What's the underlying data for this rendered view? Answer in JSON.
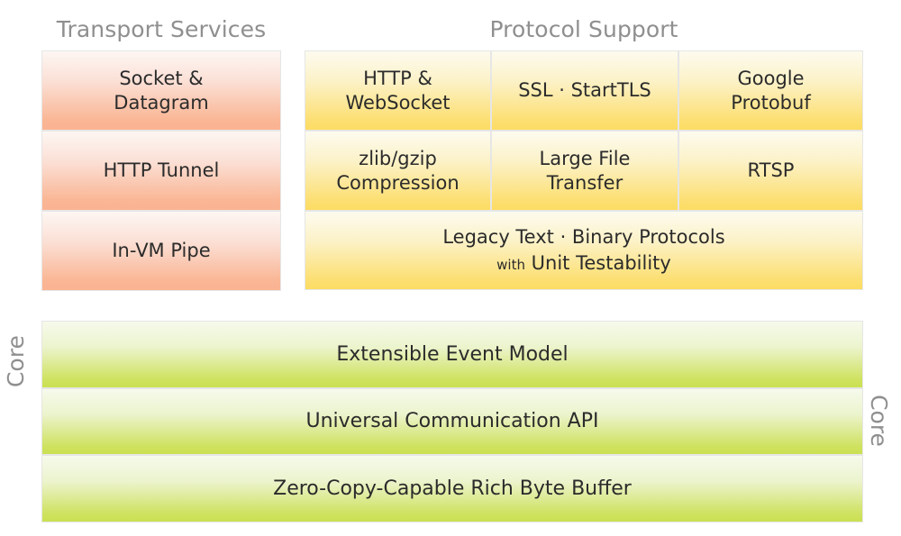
{
  "diagram": {
    "sections": {
      "transport": {
        "title": "Transport Services",
        "accent": "#fbb392",
        "items": [
          {
            "label": "Socket &\nDatagram",
            "line1": "Socket &",
            "line2": "Datagram"
          },
          {
            "label": "HTTP Tunnel",
            "line1": "HTTP Tunnel",
            "line2": ""
          },
          {
            "label": "In-VM Pipe",
            "line1": "In-VM Pipe",
            "line2": ""
          }
        ]
      },
      "protocol": {
        "title": "Protocol Support",
        "accent": "#fcdc62",
        "items": [
          {
            "line1": "HTTP &",
            "line2": "WebSocket"
          },
          {
            "line1": "SSL · StartTLS",
            "line2": ""
          },
          {
            "line1": "Google",
            "line2": "Protobuf"
          },
          {
            "line1": "zlib/gzip",
            "line2": "Compression"
          },
          {
            "line1": "Large File",
            "line2": "Transfer"
          },
          {
            "line1": "RTSP",
            "line2": ""
          }
        ],
        "wide_item": {
          "line1": "Legacy Text · Binary Protocols",
          "line2_small": "with",
          "line2_main": "Unit Testability"
        }
      },
      "core": {
        "side_label_left": "Core",
        "side_label_right": "Core",
        "accent": "#cbe052",
        "items": [
          {
            "label": "Extensible Event Model"
          },
          {
            "label": "Universal Communication API"
          },
          {
            "label": "Zero-Copy-Capable Rich Byte Buffer"
          }
        ]
      }
    }
  }
}
